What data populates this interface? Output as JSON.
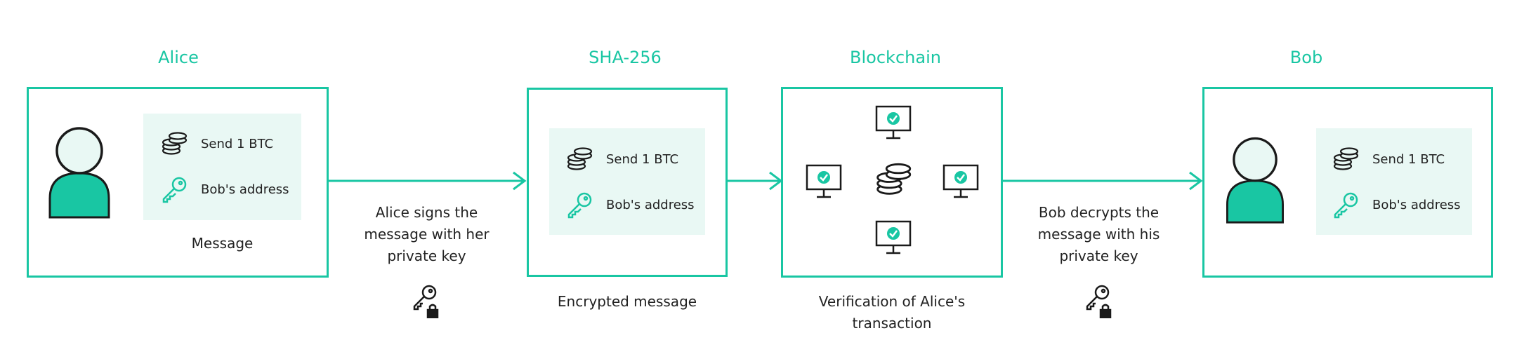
{
  "colors": {
    "accent": "#19c6a3",
    "panel": "#e9f8f4",
    "ink": "#1a1a1a"
  },
  "headings": {
    "alice": "Alice",
    "sha": "SHA-256",
    "blockchain": "Blockchain",
    "bob": "Bob"
  },
  "message_items": {
    "send": "Send 1 BTC",
    "address": "Bob's address"
  },
  "captions": {
    "message": "Message",
    "alice_signs": [
      "Alice signs the",
      "message with her",
      "private key"
    ],
    "encrypted": "Encrypted message",
    "verification": [
      "Verification of Alice's",
      "transaction"
    ],
    "bob_decrypts": [
      "Bob decrypts the",
      "message with his",
      "private key"
    ]
  },
  "icons": {
    "user": "user-icon",
    "coins": "coins-icon",
    "key": "key-icon",
    "computer": "computer-check-icon",
    "private_key": "key-lock-icon"
  }
}
